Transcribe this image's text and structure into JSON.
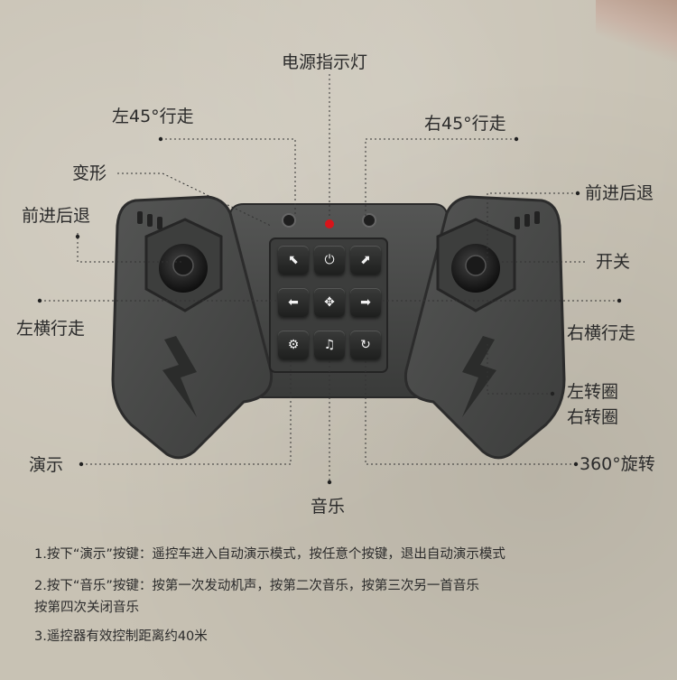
{
  "labels": {
    "power_led": "电源指示灯",
    "left45": "左45°行走",
    "right45": "右45°行走",
    "transform": "变形",
    "fwd_back_left": "前进后退",
    "fwd_back_right": "前进后退",
    "on_off": "开关",
    "left_strafe": "左横行走",
    "right_strafe": "右横行走",
    "left_rotate": "左转圈",
    "right_rotate": "右转圈",
    "demo": "演示",
    "spin360": "360°旋转",
    "music": "音乐"
  },
  "notes": [
    "1.按下“演示”按键：遥控车进入自动演示模式，按任意个按键，退出自动演示模式",
    "2.按下“音乐”按键：按第一次发动机声，按第二次音乐，按第三次另一首音乐",
    "按第四次关闭音乐",
    "3.遥控器有效控制距离约40米"
  ],
  "keys": [
    {
      "icon": "arrow-up-left-icon",
      "glyph": "⬉"
    },
    {
      "icon": "power-icon",
      "glyph": "⏻"
    },
    {
      "icon": "arrow-up-right-icon",
      "glyph": "⬈"
    },
    {
      "icon": "arrow-left-icon",
      "glyph": "⬅"
    },
    {
      "icon": "transform-icon",
      "glyph": "✥"
    },
    {
      "icon": "arrow-right-icon",
      "glyph": "➡"
    },
    {
      "icon": "demo-gear-icon",
      "glyph": "⚙"
    },
    {
      "icon": "music-note-icon",
      "glyph": "♫"
    },
    {
      "icon": "rotate-360-icon",
      "glyph": "↻"
    }
  ],
  "colors": {
    "background": "#c8c2b4",
    "controller": "#4a4b4a",
    "led": "#d8141a"
  }
}
